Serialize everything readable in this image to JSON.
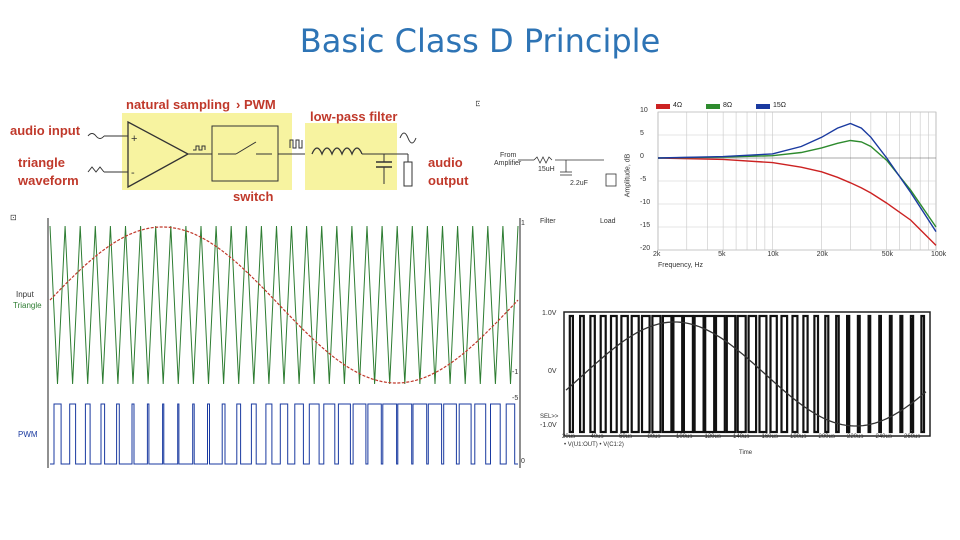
{
  "title": "Basic Class D Principle",
  "block_diagram": {
    "natural_sampling": "natural sampling",
    "pwm": "PWM",
    "audio_input": "audio input",
    "triangle_waveform_1": "triangle",
    "triangle_waveform_2": "waveform",
    "low_pass_filter": "low-pass filter",
    "switch": "switch",
    "audio_output_1": "audio",
    "audio_output_2": "output",
    "colors": {
      "label_red": "#c0392b",
      "label_orange": "#e67e22",
      "highlight": "#f7f3a0"
    }
  },
  "waveform_plot": {
    "input_label": "Input",
    "triangle_label": "Triangle",
    "pwm_label": "PWM",
    "tick_top": "1",
    "tick_mid": "-1",
    "tick_low": "-5",
    "tick_bottom": "0",
    "colors": {
      "input": "#c0392b",
      "triangle": "#2e7d32",
      "pwm": "#1a3aa0"
    }
  },
  "filter_schematic": {
    "from_amplifier_1": "From",
    "from_amplifier_2": "Amplifier",
    "l_value": "15uH",
    "c_value": "2.2uF",
    "filter_label": "Filter",
    "load_label": "Load"
  },
  "chart_data": {
    "type": "line",
    "title": "",
    "xlabel": "Frequency, Hz",
    "ylabel": "Amplitude, dB",
    "x_scale": "log",
    "x_ticks": [
      "2k",
      "5k",
      "10k",
      "20k",
      "50k",
      "100k"
    ],
    "y_ticks": [
      "10",
      "5",
      "0",
      "-5",
      "-10",
      "-15",
      "-20"
    ],
    "ylim": [
      -20,
      10
    ],
    "x": [
      2000,
      5000,
      10000,
      15000,
      20000,
      25000,
      30000,
      35000,
      40000,
      50000,
      70000,
      100000
    ],
    "series": [
      {
        "name": "4Ω",
        "color": "#cc2222",
        "values": [
          0,
          -0.3,
          -1,
          -2,
          -3,
          -4.2,
          -5.4,
          -6.5,
          -7.6,
          -9.8,
          -13.5,
          -19
        ]
      },
      {
        "name": "8Ω",
        "color": "#2e8b2e",
        "values": [
          0,
          0.2,
          0.5,
          1.2,
          2.2,
          3.2,
          3.8,
          3.5,
          2.5,
          -0.5,
          -7,
          -15
        ]
      },
      {
        "name": "15Ω",
        "color": "#1a3aa0",
        "values": [
          0,
          0.3,
          0.9,
          2.5,
          4.5,
          6.5,
          7.5,
          6.5,
          4.5,
          0,
          -7.5,
          -16
        ]
      }
    ],
    "grid": true,
    "legend": "top-left"
  },
  "scope_plot": {
    "label_top": "1.0V",
    "label_mid": "0V",
    "label_bot1": "SEL>>",
    "label_bot2": "-1.0V",
    "time_ticks": [
      "20us",
      "40us",
      "60us",
      "80us",
      "100us",
      "120us",
      "140us",
      "160us",
      "180us",
      "200us",
      "220us",
      "240us",
      "260us"
    ],
    "xlabel": "Time",
    "legend": "• V(U1:OUT) • V(C1:2)"
  }
}
